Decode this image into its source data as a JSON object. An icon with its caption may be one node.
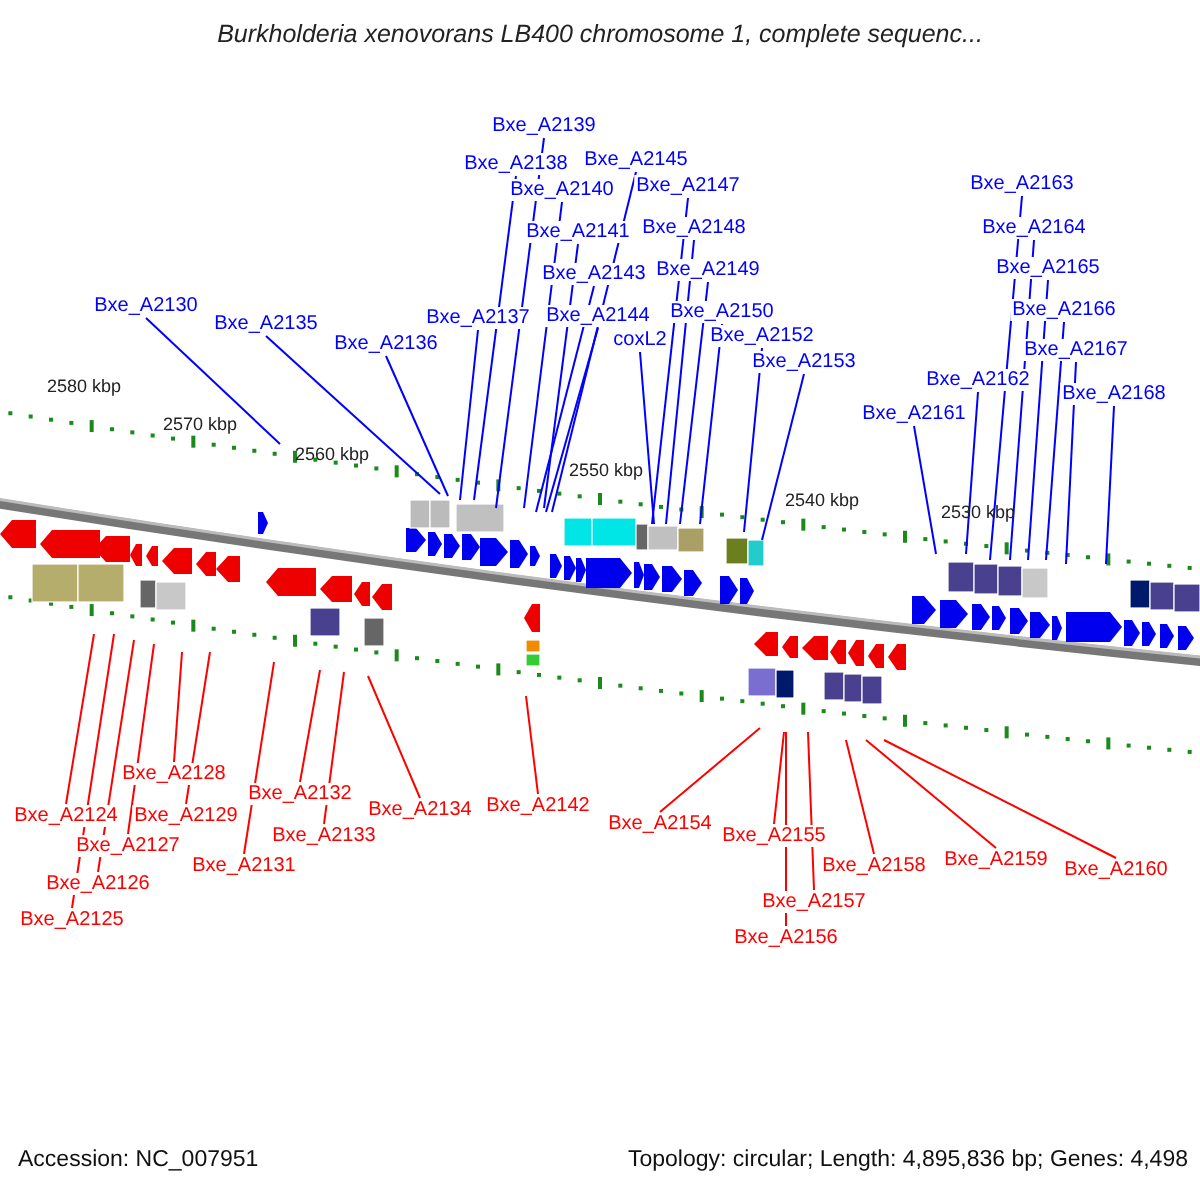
{
  "diagram": {
    "title": "Burkholderia xenovorans LB400 chromosome 1, complete sequenc...",
    "nodes": [
      {
        "text": [
          "Bxe_A2139"
        ]
      },
      {
        "text": [
          "Bxe_A2138"
        ]
      },
      {
        "text": [
          "Bxe_A2145"
        ]
      },
      {
        "text": [
          "Bxe_A2140"
        ]
      },
      {
        "text": [
          "Bxe_A2147"
        ]
      },
      {
        "text": [
          "Bxe_A2141"
        ]
      },
      {
        "text": [
          "Bxe_A2148"
        ]
      },
      {
        "text": [
          "Bxe_A2143"
        ]
      },
      {
        "text": [
          "Bxe_A2149"
        ]
      },
      {
        "text": [
          "Bxe_A2130"
        ]
      },
      {
        "text": [
          "Bxe_A2135"
        ]
      },
      {
        "text": [
          "Bxe_A2137"
        ]
      },
      {
        "text": [
          "Bxe_A2144"
        ]
      },
      {
        "text": [
          "Bxe_A2150"
        ]
      },
      {
        "text": [
          "Bxe_A2136"
        ]
      },
      {
        "text": [
          "coxL2"
        ]
      },
      {
        "text": [
          "Bxe_A2152"
        ]
      },
      {
        "text": [
          "Bxe_A2153"
        ]
      },
      {
        "text": [
          "Bxe_A2163"
        ]
      },
      {
        "text": [
          "Bxe_A2164"
        ]
      },
      {
        "text": [
          "Bxe_A2165"
        ]
      },
      {
        "text": [
          "Bxe_A2166"
        ]
      },
      {
        "text": [
          "Bxe_A2167"
        ]
      },
      {
        "text": [
          "Bxe_A2162"
        ]
      },
      {
        "text": [
          "Bxe_A2168"
        ]
      },
      {
        "text": [
          "Bxe_A2161"
        ]
      },
      {
        "text": [
          "Bxe_A2128"
        ]
      },
      {
        "text": [
          "Bxe_A2132"
        ]
      },
      {
        "text": [
          "Bxe_A2134"
        ]
      },
      {
        "text": [
          "Bxe_A2142"
        ]
      },
      {
        "text": [
          "Bxe_A2124"
        ]
      },
      {
        "text": [
          "Bxe_A2129"
        ]
      },
      {
        "text": [
          "Bxe_A2154"
        ]
      },
      {
        "text": [
          "Bxe_A2133"
        ]
      },
      {
        "text": [
          "Bxe_A2155"
        ]
      },
      {
        "text": [
          "Bxe_A2127"
        ]
      },
      {
        "text": [
          "Bxe_A2159"
        ]
      },
      {
        "text": [
          "Bxe_A2131"
        ]
      },
      {
        "text": [
          "Bxe_A2158"
        ]
      },
      {
        "text": [
          "Bxe_A2160"
        ]
      },
      {
        "text": [
          "Bxe_A2126"
        ]
      },
      {
        "text": [
          "Bxe_A2157"
        ]
      },
      {
        "text": [
          "Bxe_A2125"
        ]
      },
      {
        "text": [
          "Bxe_A2156"
        ]
      }
    ],
    "edges": [
      {
        "from": 0,
        "to": null,
        "arrow": "none"
      },
      {
        "from": 1,
        "to": null,
        "arrow": "none"
      },
      {
        "from": 2,
        "to": null,
        "arrow": "none"
      },
      {
        "from": 3,
        "to": null,
        "arrow": "none"
      },
      {
        "from": 4,
        "to": null,
        "arrow": "none"
      },
      {
        "from": 5,
        "to": null,
        "arrow": "none"
      },
      {
        "from": 6,
        "to": null,
        "arrow": "none"
      },
      {
        "from": 7,
        "to": null,
        "arrow": "none"
      },
      {
        "from": 8,
        "to": null,
        "arrow": "none"
      },
      {
        "from": 9,
        "to": null,
        "arrow": "none"
      },
      {
        "from": 10,
        "to": null,
        "arrow": "none"
      },
      {
        "from": 11,
        "to": null,
        "arrow": "none"
      },
      {
        "from": 12,
        "to": null,
        "arrow": "none"
      },
      {
        "from": 13,
        "to": null,
        "arrow": "none"
      },
      {
        "from": 14,
        "to": null,
        "arrow": "none"
      },
      {
        "from": 15,
        "to": null,
        "arrow": "none"
      },
      {
        "from": 16,
        "to": null,
        "arrow": "none"
      },
      {
        "from": 17,
        "to": null,
        "arrow": "none"
      },
      {
        "from": 18,
        "to": null,
        "arrow": "none"
      },
      {
        "from": 19,
        "to": null,
        "arrow": "none"
      },
      {
        "from": 20,
        "to": null,
        "arrow": "none"
      },
      {
        "from": 21,
        "to": null,
        "arrow": "none"
      },
      {
        "from": 22,
        "to": null,
        "arrow": "none"
      },
      {
        "from": 23,
        "to": null,
        "arrow": "none"
      },
      {
        "from": 24,
        "to": null,
        "arrow": "none"
      },
      {
        "from": 25,
        "to": null,
        "arrow": "none"
      },
      {
        "from": 26,
        "to": null,
        "arrow": "none",
        "color": "#ff0000"
      },
      {
        "from": 27,
        "to": null,
        "arrow": "none",
        "color": "#ff0000"
      },
      {
        "from": 28,
        "to": null,
        "arrow": "none",
        "color": "#ff0000"
      },
      {
        "from": 29,
        "to": null,
        "arrow": "none",
        "color": "#ff0000"
      },
      {
        "from": 30,
        "to": null,
        "arrow": "none",
        "color": "#ff0000"
      },
      {
        "from": 31,
        "to": null,
        "arrow": "none",
        "color": "#ff0000"
      },
      {
        "from": 32,
        "to": null,
        "arrow": "none",
        "color": "#ff0000"
      },
      {
        "from": 33,
        "to": null,
        "arrow": "none",
        "color": "#ff0000"
      },
      {
        "from": 34,
        "to": null,
        "arrow": "none",
        "color": "#ff0000"
      },
      {
        "from": 35,
        "to": null,
        "arrow": "none",
        "color": "#ff0000"
      },
      {
        "from": 36,
        "to": null,
        "arrow": "none",
        "color": "#ff0000"
      },
      {
        "from": 37,
        "to": null,
        "arrow": "none",
        "color": "#ff0000"
      },
      {
        "from": 38,
        "to": null,
        "arrow": "none",
        "color": "#ff0000"
      },
      {
        "from": 39,
        "to": null,
        "arrow": "none",
        "color": "#ff0000"
      },
      {
        "from": 40,
        "to": null,
        "arrow": "none",
        "color": "#ff0000"
      },
      {
        "from": 41,
        "to": null,
        "arrow": "none",
        "color": "#ff0000"
      },
      {
        "from": 42,
        "to": null,
        "arrow": "none",
        "color": "#ff0000"
      },
      {
        "from": 43,
        "to": null,
        "arrow": "none",
        "color": "#ff0000"
      }
    ],
    "labels": [
      "2580 kbp",
      "2570 kbp",
      "2560 kbp",
      "2550 kbp",
      "2540 kbp",
      "2530 kbp",
      "Accession: NC_007951",
      "Topology: circular; Length: 4,895,836 bp; Genes: 4,498"
    ]
  }
}
